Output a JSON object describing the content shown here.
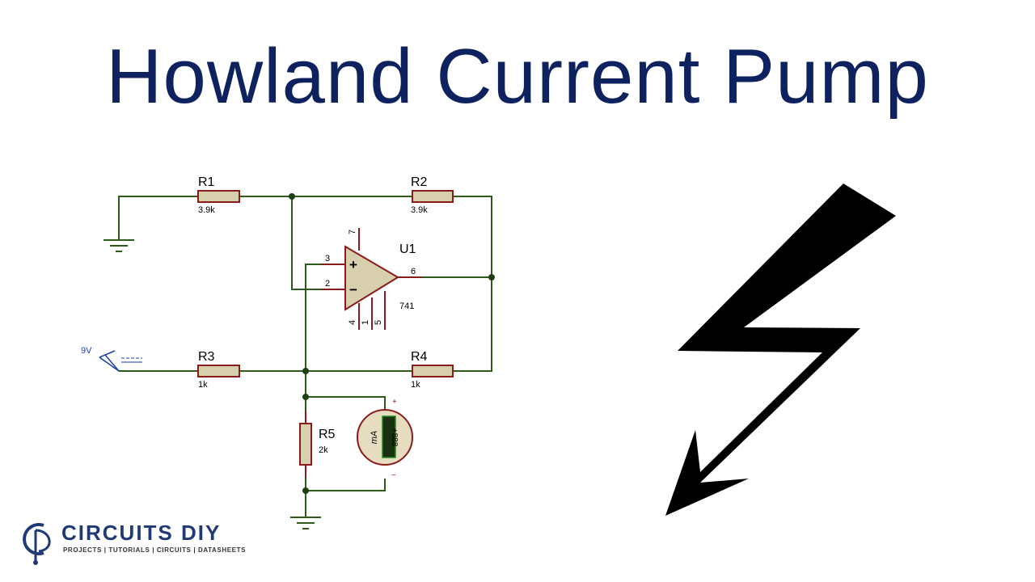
{
  "title": "Howland Current Pump",
  "schematic": {
    "components": {
      "r1": {
        "ref": "R1",
        "value": "3.9k"
      },
      "r2": {
        "ref": "R2",
        "value": "3.9k"
      },
      "r3": {
        "ref": "R3",
        "value": "1k"
      },
      "r4": {
        "ref": "R4",
        "value": "1k"
      },
      "r5": {
        "ref": "R5",
        "value": "2k"
      },
      "u1": {
        "ref": "U1",
        "value": "741"
      }
    },
    "opamp_pins": {
      "p7": "7",
      "p3": "3",
      "p2": "2",
      "p6": "6",
      "p4": "4",
      "p1": "1",
      "p5": "5"
    },
    "opamp_signs": {
      "plus": "+",
      "minus": "−"
    },
    "source_label": "9V",
    "ammeter": {
      "unit": "mA",
      "display": "+888",
      "plus": "+",
      "minus": "−"
    }
  },
  "logo": {
    "name": "CIRCUITS DIY",
    "tagline": "PROJECTS | TUTORIALS | CIRCUITS | DATASHEETS"
  },
  "colors": {
    "title": "#0f2260",
    "wire": "#2d5a1b",
    "component": "#8b1a1a",
    "resistor_fill": "#d8cfae",
    "lightning": "#000000",
    "logo": "#1f3a75"
  }
}
